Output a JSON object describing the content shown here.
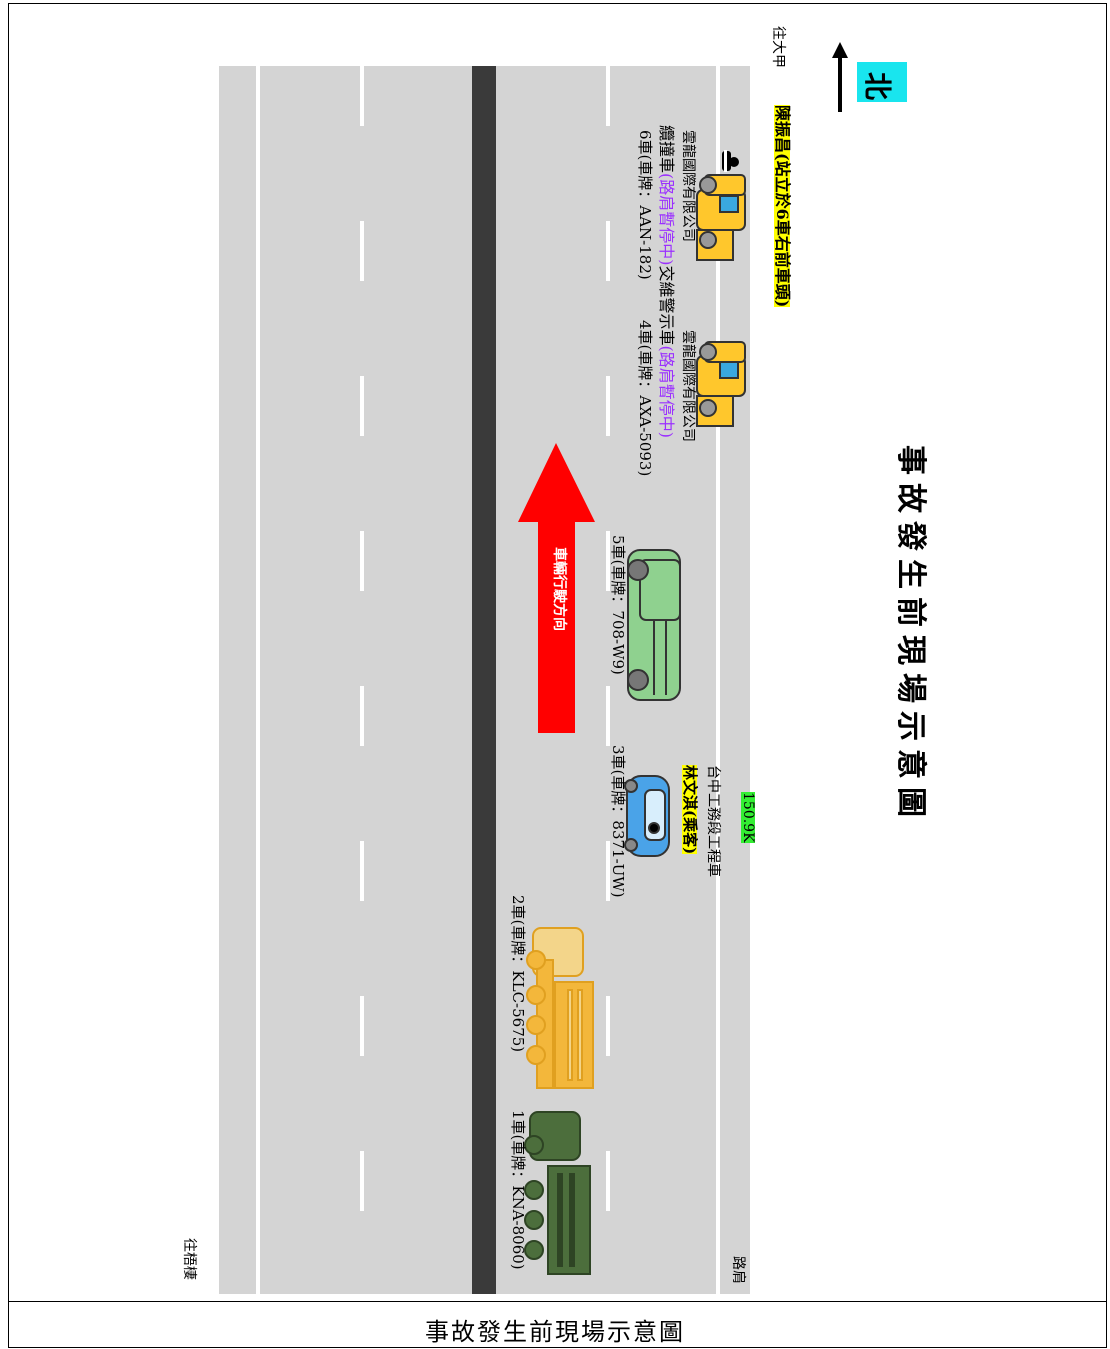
{
  "title": "事故發生前現場示意圖",
  "caption": "事故發生前現場示意圖",
  "compass": {
    "label": "北"
  },
  "directions": {
    "top": "往大甲",
    "bottom": "往梧棲"
  },
  "road": {
    "shoulder_label": "路肩",
    "milepost": "150.9K",
    "travel_direction": "車輛行駛方向"
  },
  "people": {
    "chen": "陳振昌(站立於6車右前車頭)",
    "lin": "林文淇(乘客)"
  },
  "vehicles": {
    "v6": {
      "owner": "雲龍國際有限公司",
      "label_a": "纜撞車",
      "status": "(路肩暫停中)",
      "plate": "6車(車牌：AAN-182)"
    },
    "v4": {
      "owner": "雲龍國際有限公司",
      "label_a": "交維警示車",
      "status": "(路肩暫停中)",
      "plate": "4車(車牌：AXA-5093)"
    },
    "v5": {
      "plate": "5車(車牌：708-W9)"
    },
    "v3": {
      "owner": "台中工務段工程車",
      "plate": "3車(車牌：8371-UW)"
    },
    "v2": {
      "plate": "2車(車牌：KLC-5675)"
    },
    "v1": {
      "plate": "1車(車牌：KNA-8060)"
    }
  },
  "colors": {
    "road": "#d4d4d4",
    "median": "#3a3a3a",
    "arrow": "#ff0000",
    "tow": "#ffc72c",
    "pickup": "#8fd18f",
    "car": "#4aa3e8",
    "dump": "#f3b73b",
    "truck": "#4c6e3c"
  },
  "icons": [
    "person-icon",
    "north-arrow-icon"
  ]
}
